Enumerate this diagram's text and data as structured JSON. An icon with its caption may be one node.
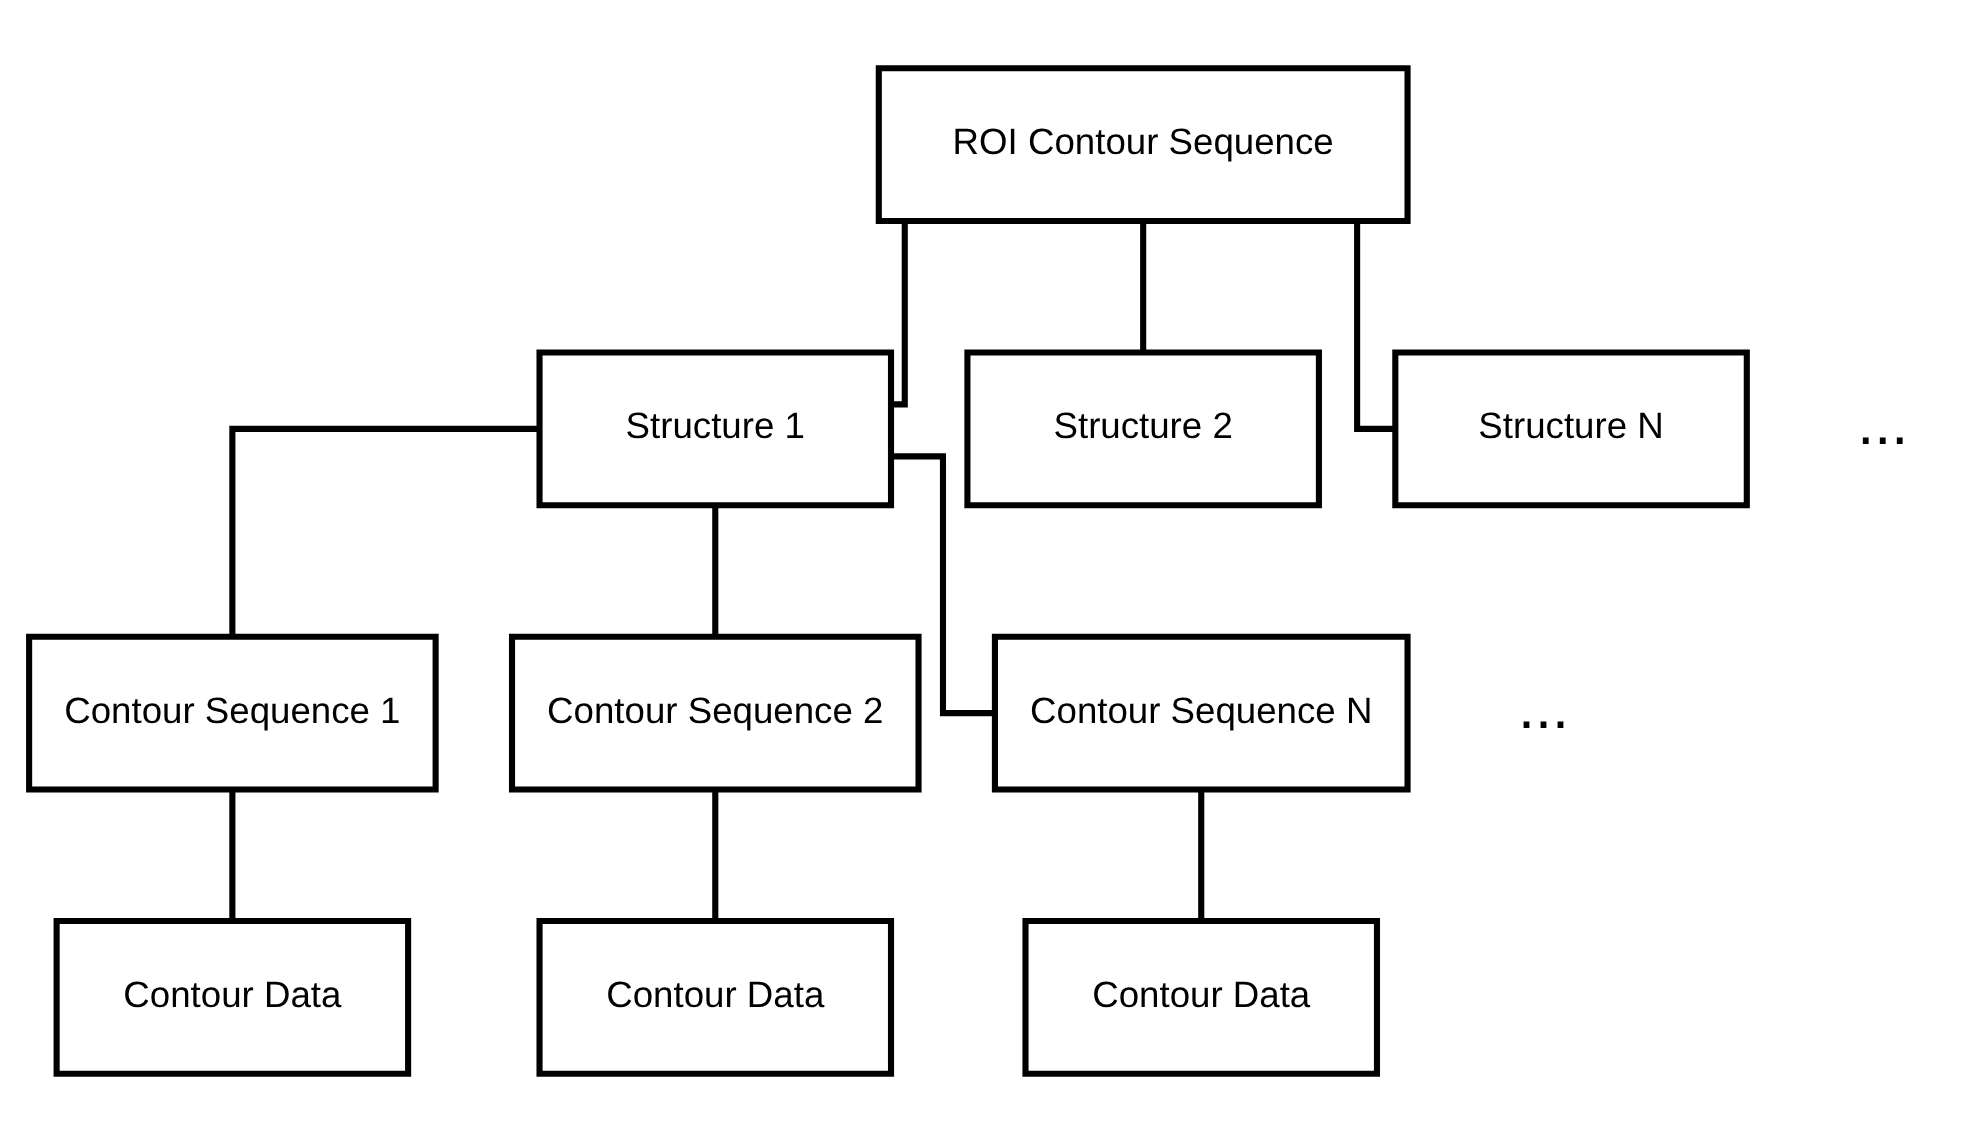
{
  "diagram": {
    "nodes": [
      {
        "text": [
          "ROI Contour Sequence"
        ]
      },
      {
        "text": [
          "Structure 1"
        ]
      },
      {
        "text": [
          "Structure 2"
        ]
      },
      {
        "text": [
          "Structure N"
        ]
      },
      {
        "text": [
          "Contour Sequence 1"
        ]
      },
      {
        "text": [
          "Contour Sequence 2"
        ]
      },
      {
        "text": [
          "Contour Sequence N"
        ]
      },
      {
        "text": [
          "Contour Data"
        ]
      },
      {
        "text": [
          "Contour Data"
        ]
      },
      {
        "text": [
          "Contour Data"
        ]
      }
    ],
    "edges": [
      {
        "from": 0,
        "to": 1,
        "arrow": "none"
      },
      {
        "from": 0,
        "to": 2,
        "arrow": "none"
      },
      {
        "from": 0,
        "to": 3,
        "arrow": "none"
      },
      {
        "from": 1,
        "to": 4,
        "arrow": "none"
      },
      {
        "from": 1,
        "to": 5,
        "arrow": "none"
      },
      {
        "from": 1,
        "to": 6,
        "arrow": "none"
      },
      {
        "from": 4,
        "to": 7,
        "arrow": "none"
      },
      {
        "from": 5,
        "to": 8,
        "arrow": "none"
      },
      {
        "from": 6,
        "to": 9,
        "arrow": "none"
      }
    ],
    "labels": [
      "...",
      "..."
    ]
  }
}
